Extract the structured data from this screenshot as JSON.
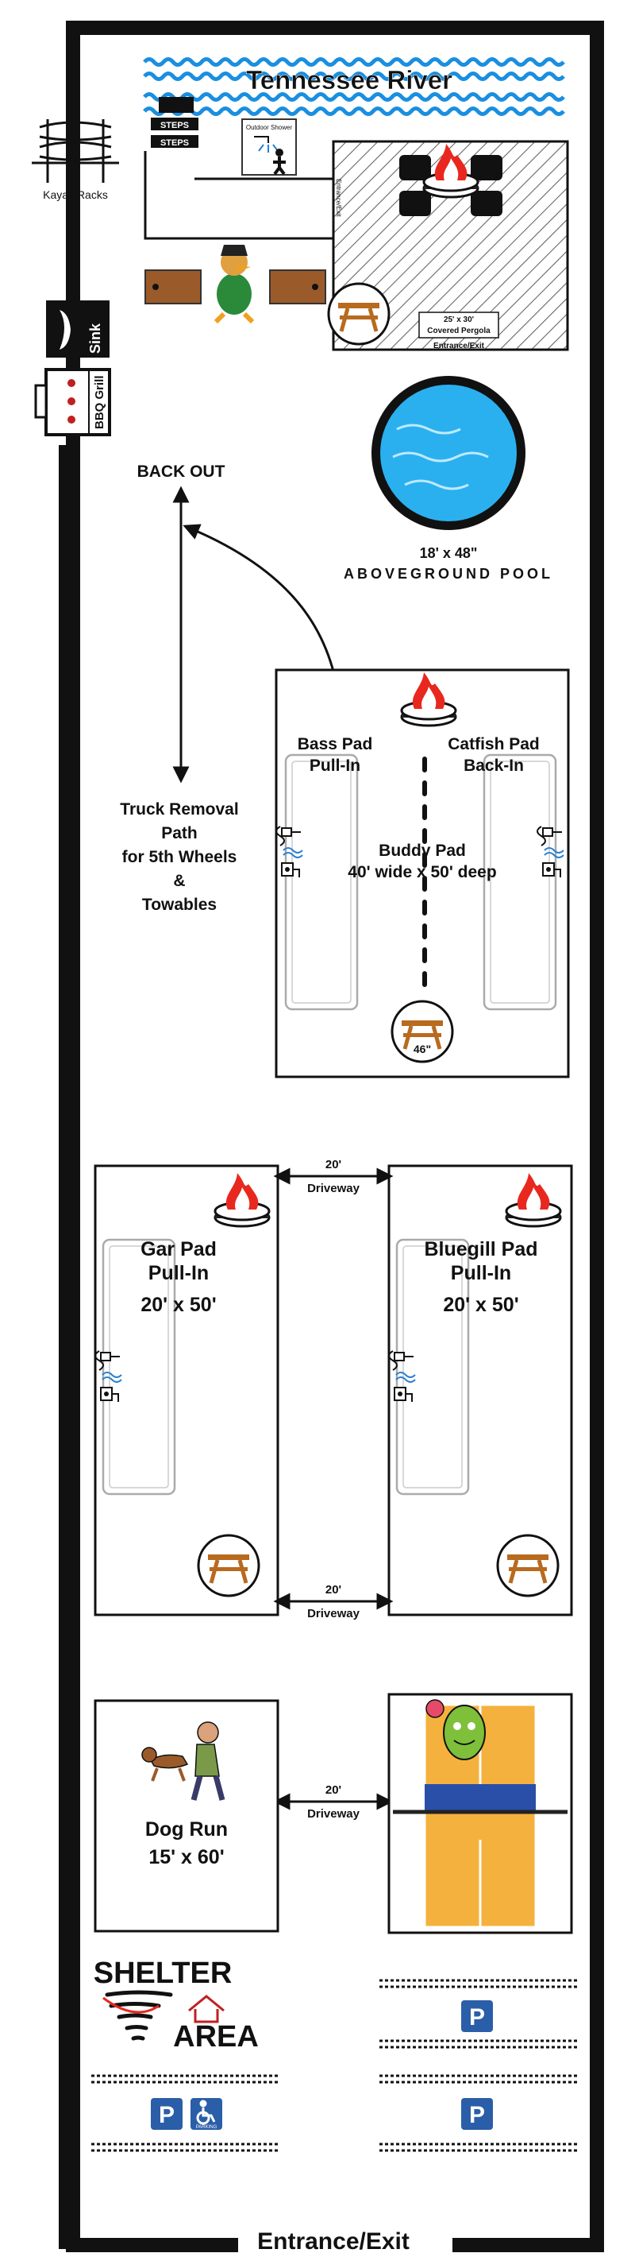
{
  "river": {
    "label": "Tennessee River",
    "color": "#1a8fe0"
  },
  "steps": [
    "STEPS",
    "STEPS"
  ],
  "shower_label": "Outdoor Shower",
  "pergola": {
    "size": "25' x 30'",
    "name": "Covered Pergola",
    "entrance": "Entrance/Exit",
    "side_label": "Entrance/Exit"
  },
  "kayak_label": "Kayak Racks",
  "sink_label": "Sink",
  "grill_label": "BBQ Grill",
  "back_out": "BACK OUT",
  "truck_path": [
    "Truck Removal",
    "Path",
    "for 5th Wheels",
    "&",
    "Towables"
  ],
  "pool": {
    "size": "18' x 48\"",
    "name": "ABOVEGROUND POOL",
    "color": "#2ab0ef"
  },
  "buddy": {
    "bass": [
      "Bass Pad",
      "Pull-In"
    ],
    "catfish": [
      "Catfish Pad",
      "Back-In"
    ],
    "center": [
      "Buddy Pad",
      "40' wide x 50' deep"
    ],
    "table_label": "46\""
  },
  "gar": [
    "Gar Pad",
    "Pull-In",
    "20' x 50'"
  ],
  "bluegill": [
    "Bluegill Pad",
    "Pull-In",
    "20' x 50'"
  ],
  "driveway": [
    "20'",
    "Driveway"
  ],
  "dog_run": [
    "Dog Run",
    "15' x 60'"
  ],
  "shelter": [
    "SHELTER",
    "AREA"
  ],
  "parking": {
    "symbol": "P",
    "accessible": "PARKING"
  },
  "entrance": "Entrance/Exit",
  "colors": {
    "fire": "#e8281e",
    "table": "#b86a1e",
    "court_orange": "#f5b13d",
    "court_blue": "#2a4fa8",
    "parking_blue": "#2b5ea8",
    "bench": "#9b5a2a"
  }
}
